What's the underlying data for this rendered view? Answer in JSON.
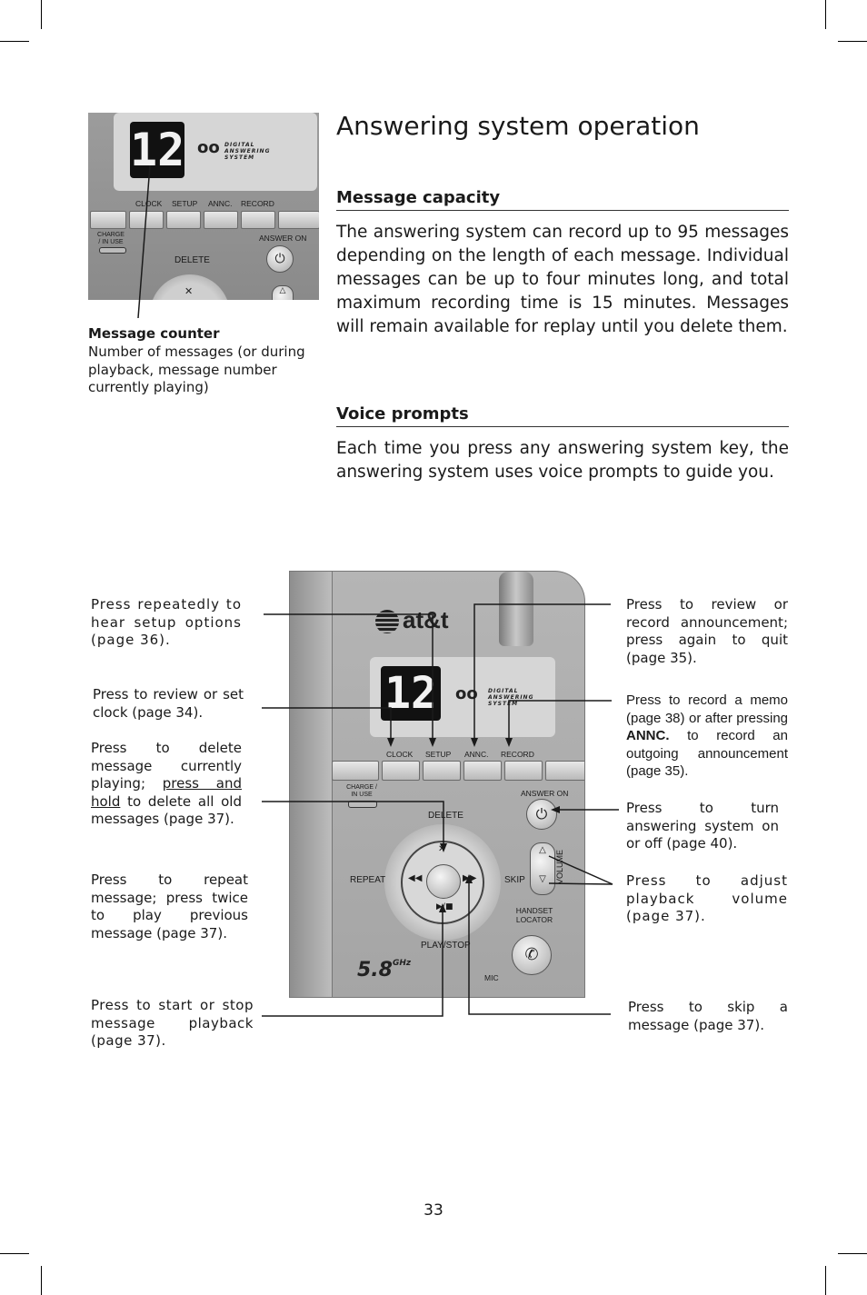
{
  "title": "Answering system operation",
  "sections": [
    {
      "heading": "Message capacity",
      "body": "The answering system can record up to 95 messages depending on the length of each message. Individual messages can be up to four minutes long, and total maximum recording time is 15 minutes. Messages will remain available for replay until you delete them."
    },
    {
      "heading": "Voice prompts",
      "body": "Each time you press any answering system key, the answering system uses voice prompts to guide you."
    }
  ],
  "top_figure": {
    "caption_title": "Message counter",
    "caption_body": "Number of messages (or during playback, message number currently playing)"
  },
  "device": {
    "display_digits": "12",
    "brand": "at&t",
    "das_text": "DIGITAL ANSWERING SYSTEM",
    "keys": [
      "CLOCK",
      "SETUP",
      "ANNC.",
      "RECORD"
    ],
    "charge_label": "CHARGE / IN USE",
    "answer_on": "ANSWER ON",
    "delete": "DELETE",
    "repeat": "REPEAT",
    "skip": "SKIP",
    "play_stop": "PLAY/STOP",
    "volume": "VOLUME",
    "handset_locator": "HANDSET LOCATOR",
    "mic": "MIC",
    "ghz": "5.8",
    "ghz_unit": "GHz"
  },
  "callouts": {
    "setup": "Press repeatedly to hear setup options (page 36).",
    "clock": "Press to review or set clock (page 34).",
    "delete_pre": "Press to delete message currently playing; ",
    "delete_under": "press and hold",
    "delete_post": " to delete all old messages (page 37).",
    "repeat": "Press to repeat message; press twice to play previous message (page 37).",
    "play": "Press to start or stop message playback (page 37).",
    "annc": "Press to review or record announcement; press again to quit (page 35).",
    "record_pre": "Press to record a memo (page 38) or after pressing ",
    "record_bold": "ANNC.",
    "record_post": " to record an outgoing announcement (page 35).",
    "answer": "Press to turn answering system on or off (page 40).",
    "volume": "Press to adjust playback volume (page 37).",
    "skip": "Press to skip a message (page 37)."
  },
  "page_number": "33"
}
